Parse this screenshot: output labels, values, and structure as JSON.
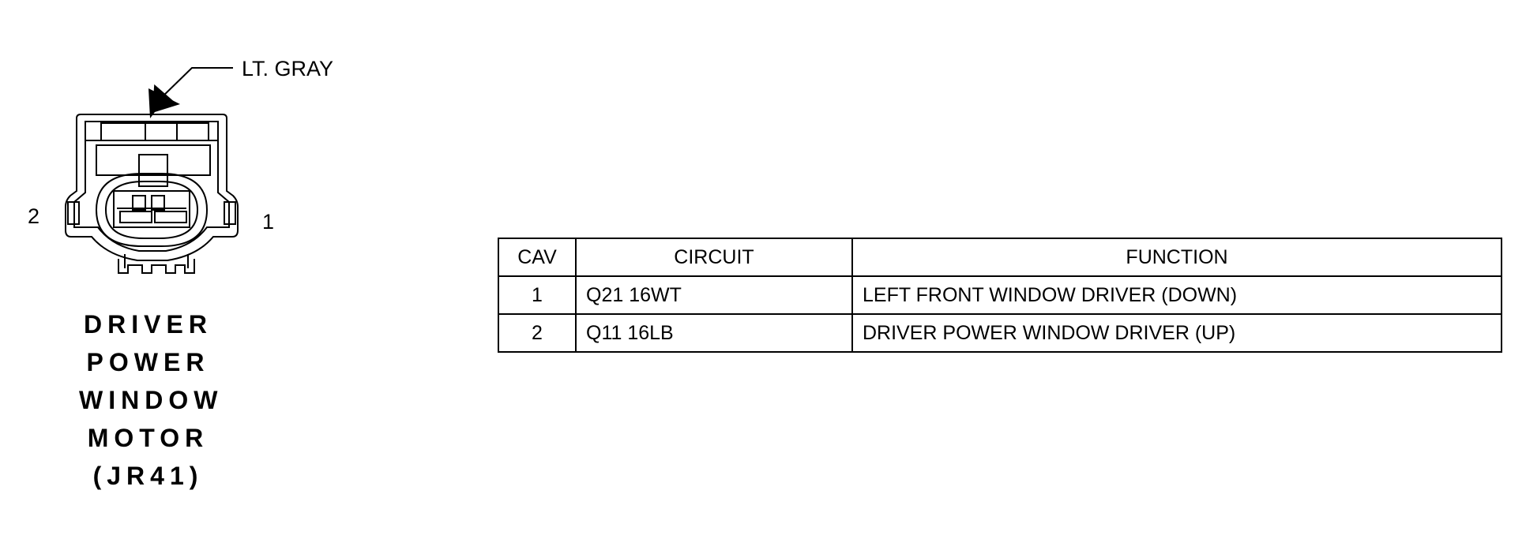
{
  "connector": {
    "color_label": "LT. GRAY",
    "pin_left": "2",
    "pin_right": "1",
    "caption": [
      "DRIVER",
      "POWER",
      "WINDOW",
      "MOTOR",
      "(JR41)"
    ]
  },
  "table": {
    "headers": {
      "cav": "CAV",
      "circuit": "CIRCUIT",
      "function": "FUNCTION"
    },
    "rows": [
      {
        "cav": "1",
        "circuit": "Q21 16WT",
        "function": "LEFT FRONT WINDOW DRIVER (DOWN)"
      },
      {
        "cav": "2",
        "circuit": "Q11 16LB",
        "function": "DRIVER POWER WINDOW DRIVER (UP)"
      }
    ]
  }
}
